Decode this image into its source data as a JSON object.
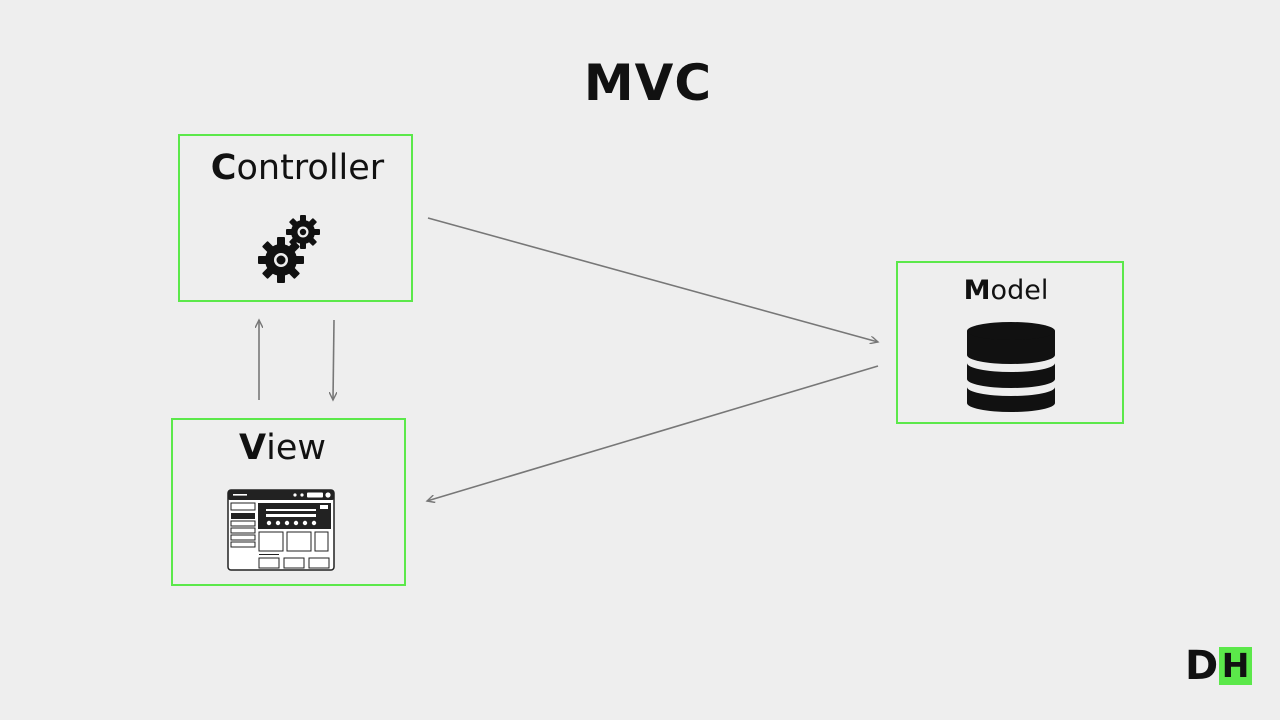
{
  "diagram": {
    "title": "MVC",
    "nodes": {
      "controller": {
        "label_lead": "C",
        "label_rest": "ontroller",
        "icon": "gears-icon"
      },
      "view": {
        "label_lead": "V",
        "label_rest": "iew",
        "icon": "browser-window-icon"
      },
      "model": {
        "label_lead": "M",
        "label_rest": "odel",
        "icon": "database-icon"
      }
    },
    "edges": [
      {
        "from": "view",
        "to": "controller"
      },
      {
        "from": "controller",
        "to": "view"
      },
      {
        "from": "controller",
        "to": "model"
      },
      {
        "from": "model",
        "to": "view"
      }
    ],
    "colors": {
      "background": "#eeeeee",
      "box_border": "#5be84a",
      "arrow": "#777777",
      "text": "#111111",
      "logo_accent": "#5be84a"
    }
  },
  "logo": {
    "letter_1": "D",
    "letter_2": "H"
  }
}
